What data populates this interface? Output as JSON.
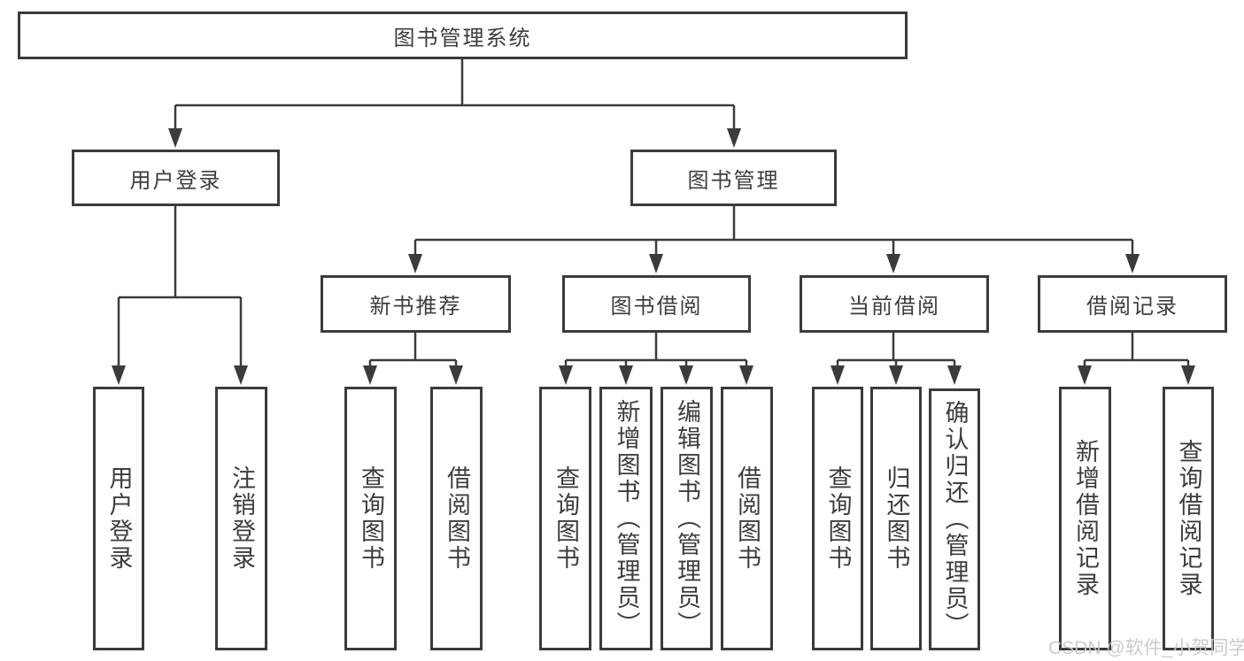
{
  "diagram": {
    "root": {
      "label": "图书管理系统"
    },
    "level2": [
      {
        "label": "用户登录"
      },
      {
        "label": "图书管理"
      }
    ],
    "level3": [
      {
        "label": "新书推荐"
      },
      {
        "label": "图书借阅"
      },
      {
        "label": "当前借阅"
      },
      {
        "label": "借阅记录"
      }
    ],
    "leaves": [
      {
        "label": "用户登录"
      },
      {
        "label": "注销登录"
      },
      {
        "label": "查询图书"
      },
      {
        "label": "借阅图书"
      },
      {
        "label": "查询图书"
      },
      {
        "label": "新增图书（管理员）"
      },
      {
        "label": "编辑图书（管理员）"
      },
      {
        "label": "借阅图书"
      },
      {
        "label": "查询图书"
      },
      {
        "label": "归还图书"
      },
      {
        "label": "确认归还（管理员）"
      },
      {
        "label": "新增借阅记录"
      },
      {
        "label": "查询借阅记录"
      }
    ],
    "line_color": "#3b3b3b"
  },
  "watermark": {
    "text": "CSDN @软件_小贺同学"
  }
}
